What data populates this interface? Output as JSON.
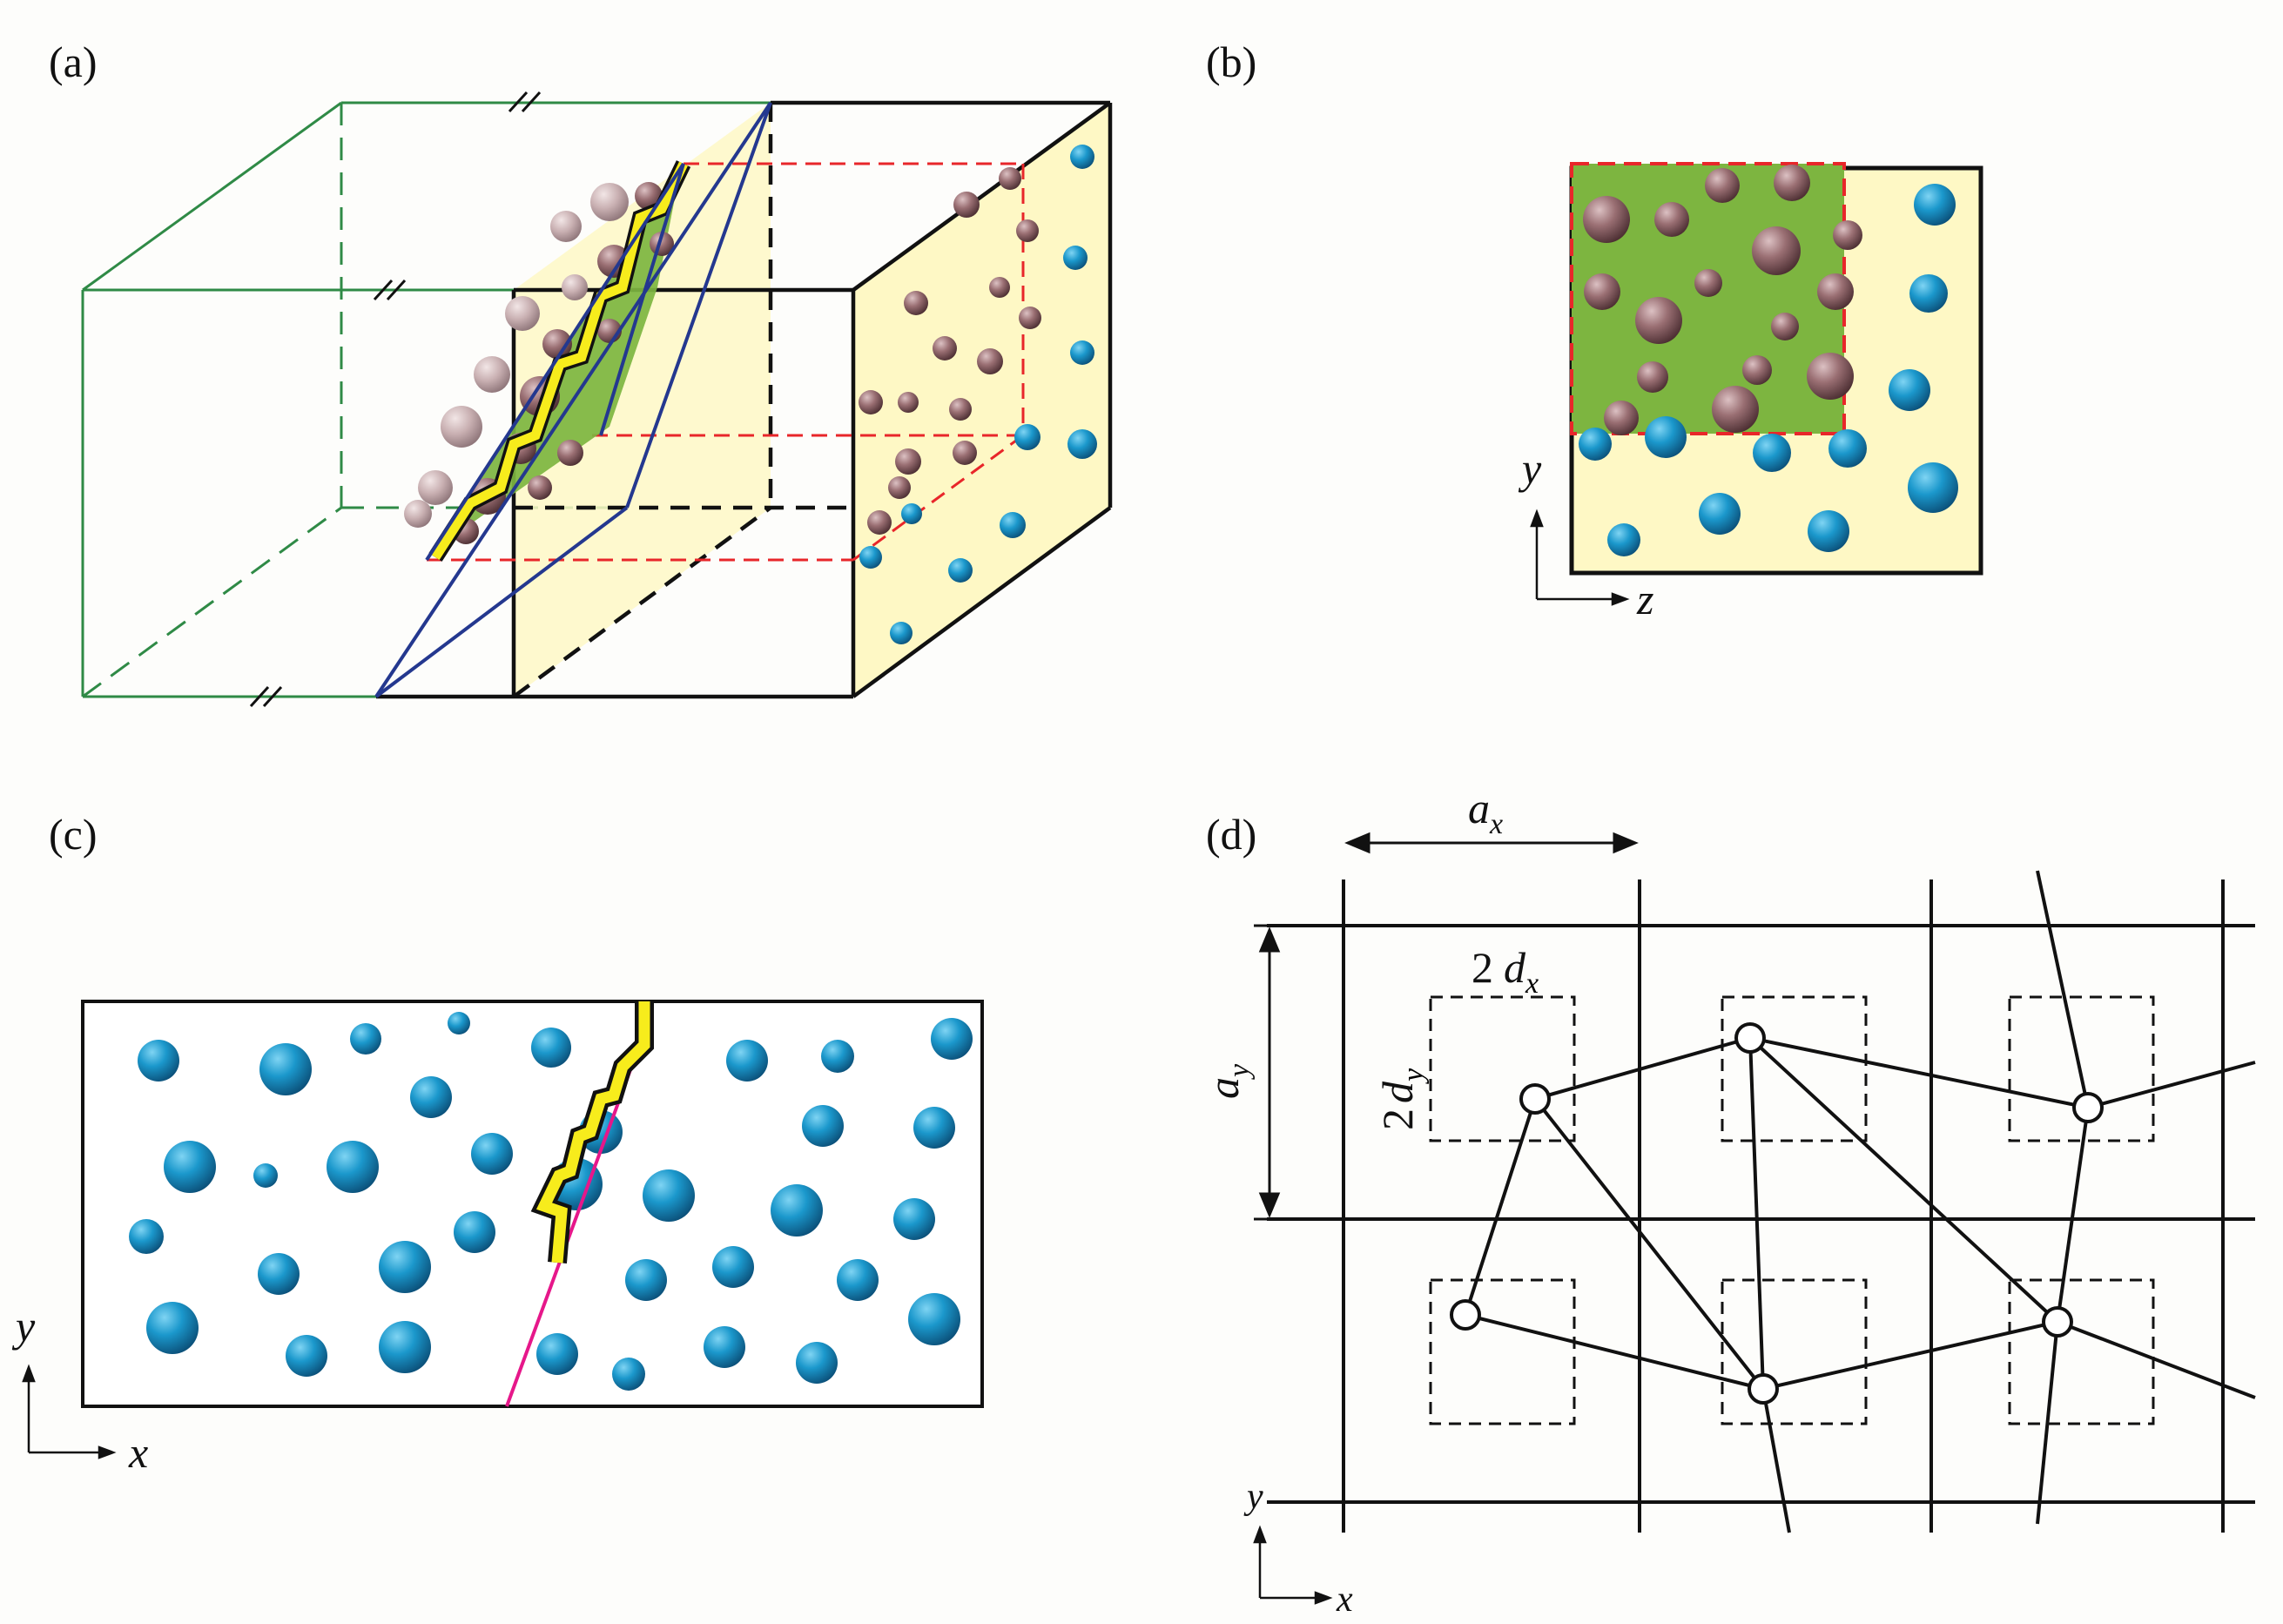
{
  "panels": {
    "a": {
      "label": "(a)"
    },
    "b": {
      "label": "(b)",
      "axis_y": "y",
      "axis_z": "z"
    },
    "c": {
      "label": "(c)",
      "axis_x": "x",
      "axis_y": "y"
    },
    "d": {
      "label": "(d)",
      "ax_main": "a",
      "ax_sub": "x",
      "ay_main": "a",
      "ay_sub": "y",
      "dx_coeff": "2",
      "dx_main": "d",
      "dx_sub": "x",
      "dy_coeff": "2",
      "dy_main": "d",
      "dy_sub": "y",
      "axis_x": "x",
      "axis_y": "y"
    }
  },
  "colors": {
    "obstacle_blue": "#1c8fc0",
    "precipitate_mauve": "#8a6064",
    "slip_plane_green": "#7db540",
    "box_face_yellow": "#fef8c5",
    "dislocation_yellow": "#f7ec1c",
    "dislocation_line_pink": "#e6178a",
    "guide_red": "#e8262a",
    "outline_blue": "#24388f",
    "outline_green": "#2f8a46"
  }
}
